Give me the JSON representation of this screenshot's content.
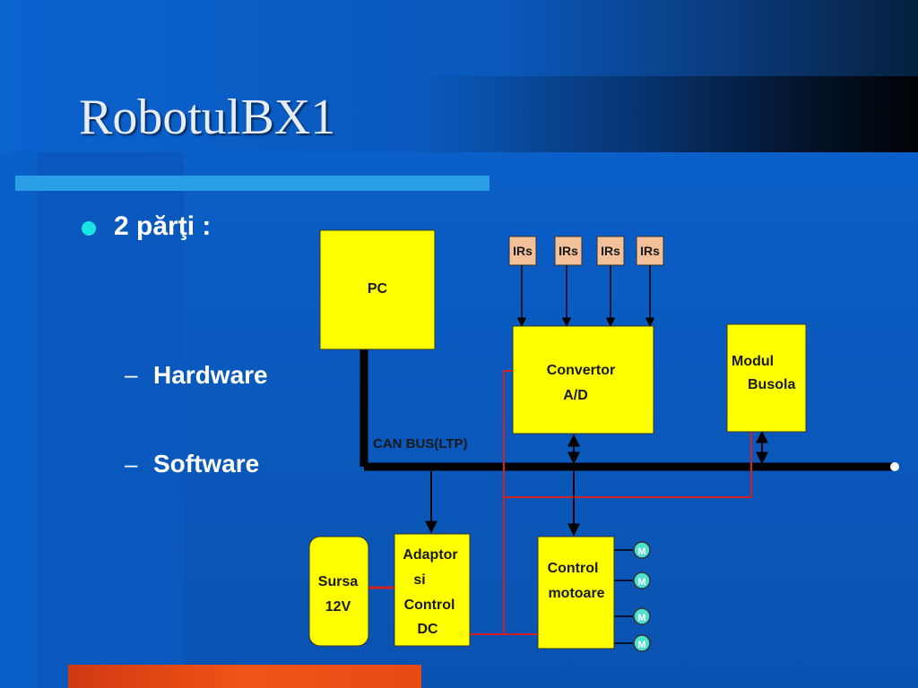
{
  "slide": {
    "title": "RobotulBX1",
    "bullet": "2 părţi :",
    "subitems": [
      "Hardware",
      "Software"
    ]
  },
  "diagram": {
    "pc": "PC",
    "irs": [
      "IRs",
      "IRs",
      "IRs",
      "IRs"
    ],
    "convertor": [
      "Convertor",
      "A/D"
    ],
    "modul": [
      "Modul",
      "Busola"
    ],
    "can_bus": "CAN BUS(LTP)",
    "sursa": [
      "Sursa",
      "12V"
    ],
    "adaptor": [
      "Adaptor",
      "si",
      "Control",
      "DC"
    ],
    "control": [
      "Control",
      "motoare"
    ],
    "motor_symbol": "M"
  },
  "colors": {
    "block_fill": "#ffff00",
    "irs_fill": "#f4c09a",
    "bus": "#000000",
    "signal_red": "#d42020",
    "motor_fill": "#4fe0d0",
    "bullet": "#19e5e5",
    "accent_bar": "#2a9ee6",
    "bottom_bar": "#f25316"
  }
}
